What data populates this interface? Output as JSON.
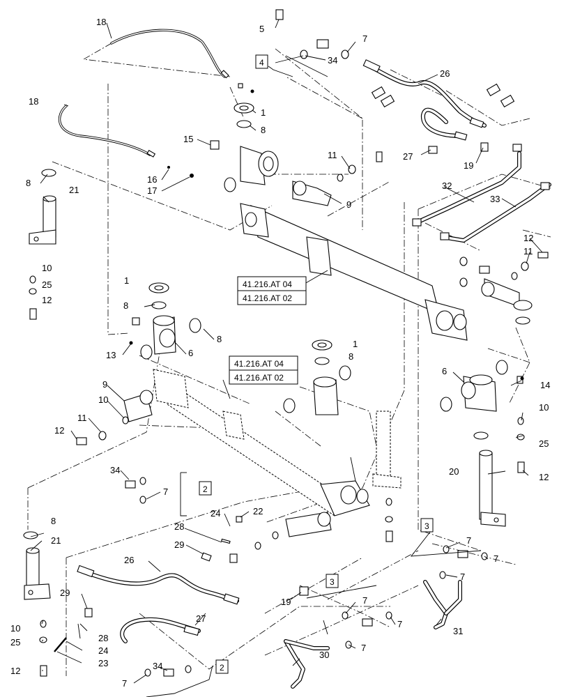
{
  "diagram": {
    "kind": "exploded parts diagram",
    "callouts": {
      "c1a": "1",
      "c1b": "1",
      "c1c": "1",
      "c5": "5",
      "c6a": "6",
      "c6b": "6",
      "c7a": "7",
      "c7b": "7",
      "c7c": "7",
      "c7d": "7",
      "c7e": "7",
      "c7f": "7",
      "c7g": "7",
      "c7h": "7",
      "c8a": "8",
      "c8b": "8",
      "c8c": "8",
      "c8d": "8",
      "c8e": "8",
      "c8f": "8",
      "c9a": "9",
      "c9b": "9",
      "c10a": "10",
      "c10b": "10",
      "c10c": "10",
      "c10d": "10",
      "c11a": "11",
      "c11b": "11",
      "c11c": "11",
      "c12a": "12",
      "c12b": "12",
      "c12c": "12",
      "c12d": "12",
      "c12e": "12",
      "c13": "13",
      "c14": "14",
      "c15": "15",
      "c16": "16",
      "c17": "17",
      "c18a": "18",
      "c18b": "18",
      "c19a": "19",
      "c19b": "19",
      "c20": "20",
      "c21a": "21",
      "c21b": "21",
      "c22": "22",
      "c23": "23",
      "c24a": "24",
      "c24b": "24",
      "c25a": "25",
      "c25b": "25",
      "c25c": "25",
      "c26a": "26",
      "c26b": "26",
      "c27a": "27",
      "c27b": "27",
      "c28a": "28",
      "c28b": "28",
      "c29a": "29",
      "c29b": "29",
      "c30": "30",
      "c31": "31",
      "c32": "32",
      "c33": "33",
      "c34a": "34",
      "c34b": "34",
      "c34c": "34"
    },
    "kit_boxes": {
      "box4": "4",
      "box2a": "2",
      "box2b": "2",
      "box3a": "3",
      "box3b": "3"
    },
    "references": {
      "ref_upper_1": "41.216.AT 04",
      "ref_upper_2": "41.216.AT 02",
      "ref_lower_1": "41.216.AT 04",
      "ref_lower_2": "41.216.AT 02"
    },
    "icons": {
      "cylinder": "hydraulic-cylinder-icon",
      "hose": "hydraulic-hose-icon",
      "pin": "pivot-pin-icon",
      "clevis": "clevis-bracket-icon",
      "tube": "steel-tube-icon",
      "cable": "control-cable-icon"
    },
    "colors": {
      "line": "#000000",
      "background": "#ffffff"
    }
  }
}
